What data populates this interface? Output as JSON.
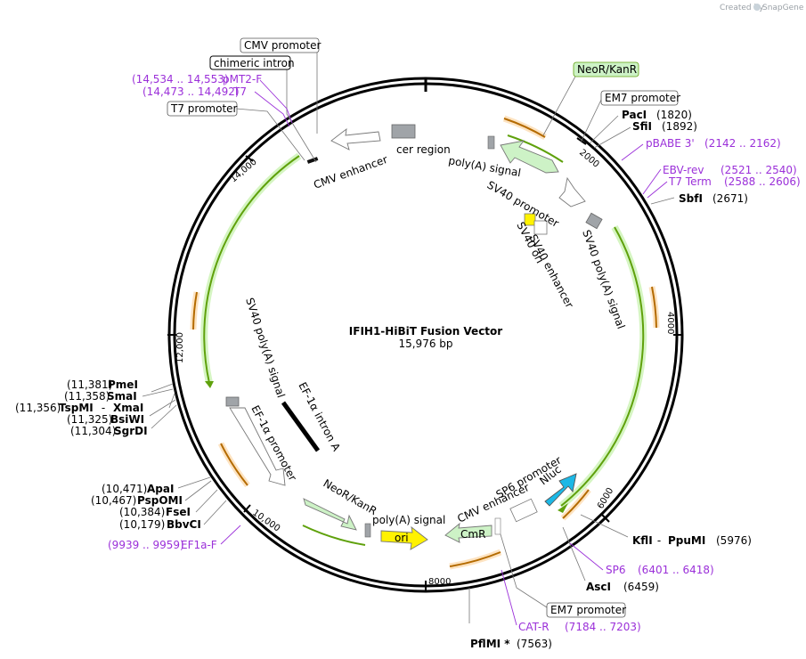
{
  "credit": {
    "prefix": "Created by",
    "brand": "SnapGene"
  },
  "plasmid": {
    "name": "IFIH1-HiBiT Fusion Vector",
    "size": "15,976 bp"
  },
  "ticks": [
    "2000",
    "4000",
    "6000",
    "8000",
    "10,000",
    "12,000",
    "14,000"
  ],
  "features": {
    "cer_region": "cer region",
    "cmv_enhancer_top": "CMV enhancer",
    "polya_top": "poly(A) signal",
    "sv40_promoter_top": "SV40 promoter",
    "sv40_ori": "SV40 ori",
    "sv40_enhancer": "SV40 enhancer",
    "sv40_polya_right": "SV40 poly(A) signal",
    "sv40_polya_left": "SV40 poly(A) signal",
    "ef1a_promoter": "EF-1α promoter",
    "ef1a_intron": "EF-1α intron A",
    "neor_inner": "NeoR/KanR",
    "polya_bottom": "poly(A) signal",
    "ori": "ori",
    "cmr": "CmR",
    "cmv_enhancer_bottom": "CMV enhancer",
    "sp6_promoter": "SP6 promoter",
    "nluc": "Nluc"
  },
  "outer_labels": {
    "cmv_promoter": "CMV promoter",
    "chimeric_intron": "chimeric intron",
    "t7_promoter": "T7 promoter",
    "neor_kanr": "NeoR/KanR",
    "em7_promoter_top": "EM7 promoter",
    "em7_promoter_bottom": "EM7 promoter"
  },
  "primers": [
    {
      "pos": "(14,534 .. 14,553)",
      "name": "pMT2-F"
    },
    {
      "pos": "(14,473 .. 14,492)",
      "name": "T7"
    },
    {
      "name": "pBABE 3'",
      "pos": "(2142 .. 2162)"
    },
    {
      "name": "EBV-rev",
      "pos": "(2521 .. 2540)"
    },
    {
      "name": "T7 Term",
      "pos": "(2588 .. 2606)"
    },
    {
      "name": "SP6",
      "pos": "(6401 .. 6418)"
    },
    {
      "name": "CAT-R",
      "pos": "(7184 .. 7203)"
    },
    {
      "pos": "(9939 .. 9959)",
      "name": "EF1a-F"
    }
  ],
  "enzymes_right": [
    {
      "name": "PacI",
      "pos": "(1820)"
    },
    {
      "name": "SfiI",
      "pos": "(1892)"
    },
    {
      "name": "SbfI",
      "pos": "(2671)"
    },
    {
      "name": "KflI",
      "sep": " - ",
      "name2": "PpuMI",
      "pos": "(5976)"
    },
    {
      "name": "AscI",
      "pos": "(6459)"
    },
    {
      "name": "PflMI *",
      "pos": "(7563)"
    }
  ],
  "enzymes_left": [
    {
      "pos": "(11,381)",
      "name": "PmeI"
    },
    {
      "pos": "(11,358)",
      "name": "SmaI"
    },
    {
      "pos": "(11,356)",
      "name": "TspMI",
      "sep": " - ",
      "name2": "XmaI"
    },
    {
      "pos": "(11,325)",
      "name": "BsiWI"
    },
    {
      "pos": "(11,304)",
      "name": "SgrDI"
    },
    {
      "pos": "(10,471)",
      "name": "ApaI"
    },
    {
      "pos": "(10,467)",
      "name": "PspOMI"
    },
    {
      "pos": "(10,384)",
      "name": "FseI"
    },
    {
      "pos": "(10,179)",
      "name": "BbvCI"
    }
  ],
  "colors": {
    "primer": "#9b30d9",
    "orf_green": "#cdf2c6",
    "orf_orange": "#f5a93a",
    "ori_yellow": "#fff200",
    "nluc_cyan": "#1cb8e6",
    "gray_feature": "#a0a4a8",
    "arc_green": "#5fa10c"
  }
}
